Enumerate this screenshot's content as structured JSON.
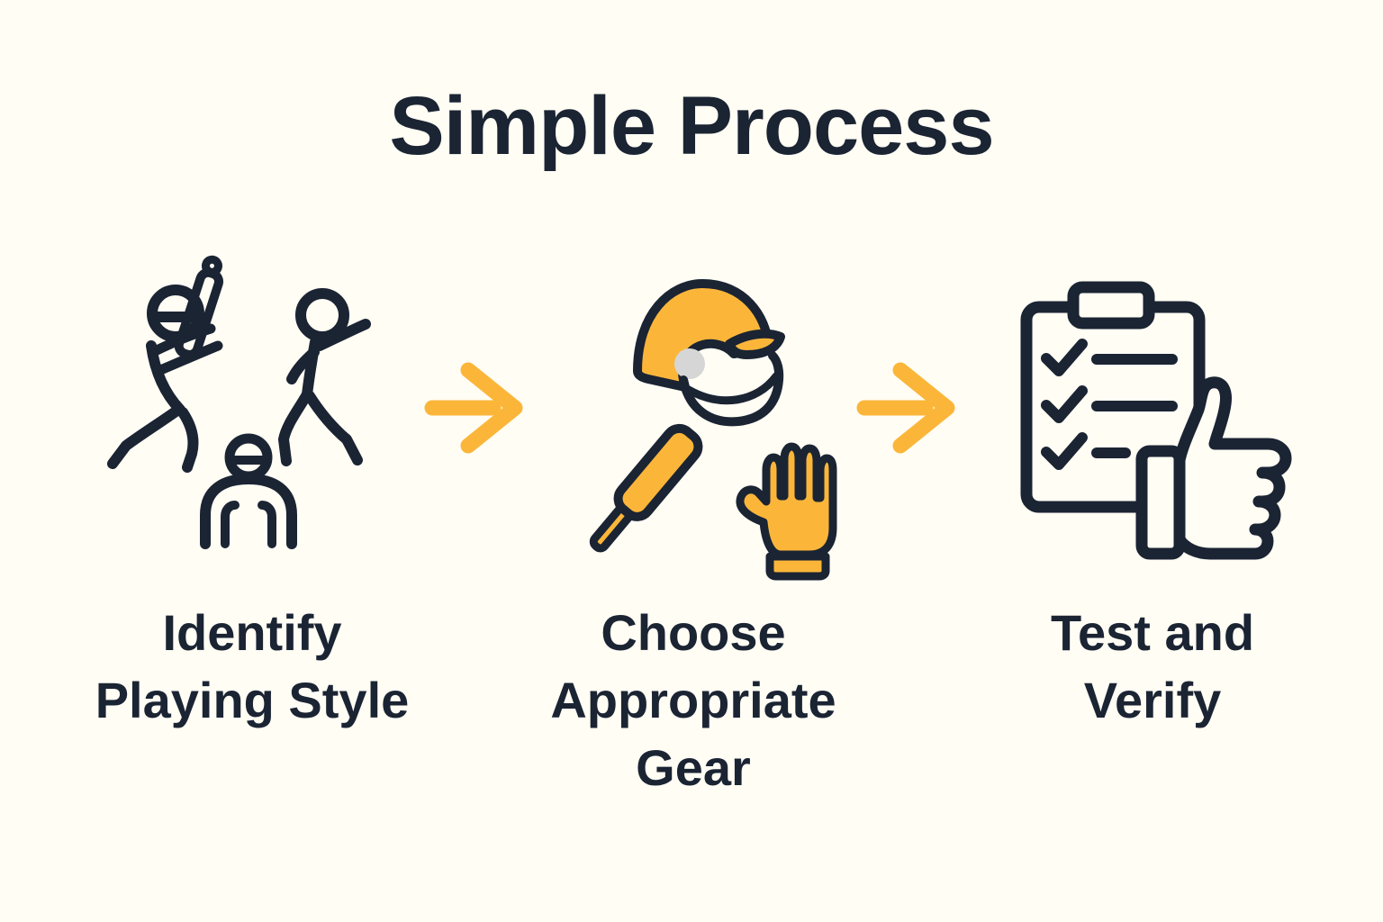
{
  "title": "Simple Process",
  "colors": {
    "background": "#fffdf4",
    "ink": "#1b2433",
    "accent": "#fbb63a",
    "gray": "#d6d6d6"
  },
  "steps": [
    {
      "label": "Identify Playing Style",
      "lines": [
        "Identify",
        "Playing Style"
      ],
      "icon": "cricket-players-icon"
    },
    {
      "label": "Choose Appropriate Gear",
      "lines": [
        "Choose",
        "Appropriate",
        "Gear"
      ],
      "icon": "cricket-gear-icon"
    },
    {
      "label": "Test and Verify",
      "lines": [
        "Test and",
        "Verify"
      ],
      "icon": "checklist-thumbs-up-icon"
    }
  ],
  "connectors": [
    {
      "icon": "arrow-right-icon"
    },
    {
      "icon": "arrow-right-icon"
    }
  ]
}
